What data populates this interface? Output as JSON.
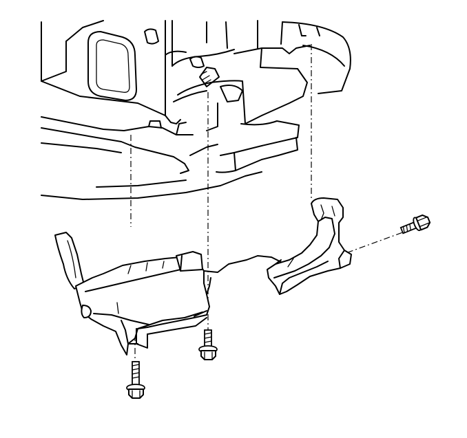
{
  "diagram": {
    "type": "exploded-assembly-line-drawing",
    "line_color": "#000000",
    "background": "#ffffff",
    "parts": [
      {
        "id": "engine-block",
        "kind": "component"
      },
      {
        "id": "splash-shield",
        "kind": "component"
      },
      {
        "id": "shield-bracket",
        "kind": "component"
      },
      {
        "id": "bolt-1",
        "kind": "fastener",
        "icon": "hex-flange-bolt"
      },
      {
        "id": "bolt-2",
        "kind": "fastener",
        "icon": "hex-flange-bolt"
      },
      {
        "id": "bolt-3",
        "kind": "fastener",
        "icon": "hex-flange-bolt"
      }
    ],
    "alignment_lines": 4
  }
}
